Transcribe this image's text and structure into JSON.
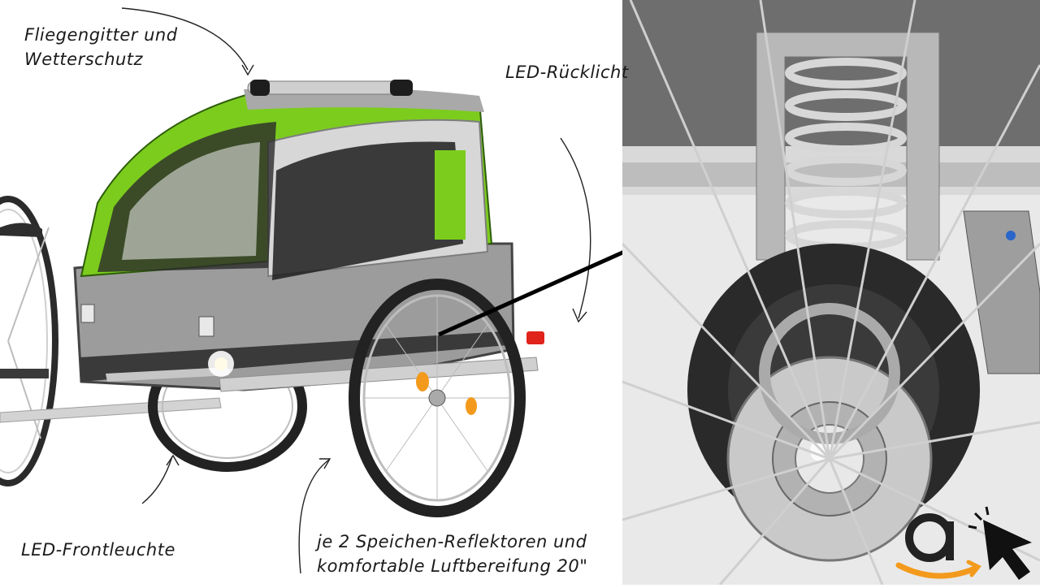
{
  "captions": {
    "fliegengitter": [
      "Fliegengitter und",
      "Wetterschutz"
    ],
    "ruecklicht": "LED-Rücklicht",
    "frontleuchte": "LED-Frontleuchte",
    "reflektoren": [
      "je 2 Speichen-Reflektoren und",
      "komfortable Luftbereifung 20\""
    ]
  },
  "colors": {
    "trailer_green": "#7ccc1e",
    "trailer_grey": "#9a9a9a",
    "frame_silver": "#c8c8c8",
    "tail_light_red": "#e0231b",
    "amazon_orange": "#f39a1d"
  },
  "icons": {
    "amazon_logo": "amazon-a-smile-logo",
    "cursor": "mouse-pointer-icon"
  }
}
